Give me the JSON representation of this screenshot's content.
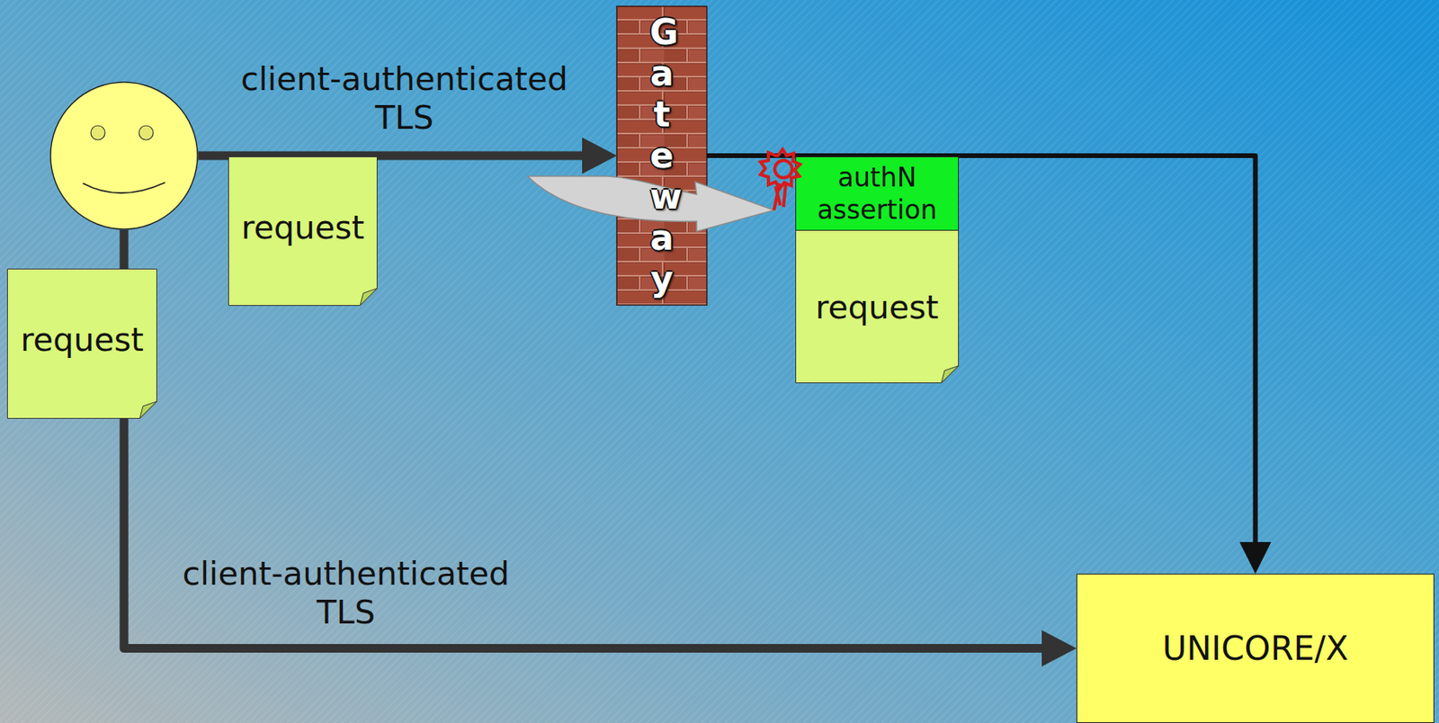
{
  "diagram": {
    "nodes": [
      {
        "text": []
      },
      {
        "text": [
          "Gateway"
        ]
      },
      {
        "text": [
          "request"
        ]
      },
      {
        "text": [
          "request"
        ]
      },
      {
        "text": [
          "request"
        ]
      },
      {
        "text": [
          "authN assertion"
        ],
        "in": 4
      },
      {
        "text": [
          "UNICORE/X"
        ]
      }
    ],
    "edges": [
      {
        "from": 0,
        "to": 1,
        "arrow": "to",
        "label": "client-authenticated TLS"
      },
      {
        "from": 1,
        "to": 6,
        "arrow": "to"
      },
      {
        "from": 0,
        "to": 6,
        "arrow": "to",
        "label": "client-authenticated TLS"
      }
    ]
  }
}
